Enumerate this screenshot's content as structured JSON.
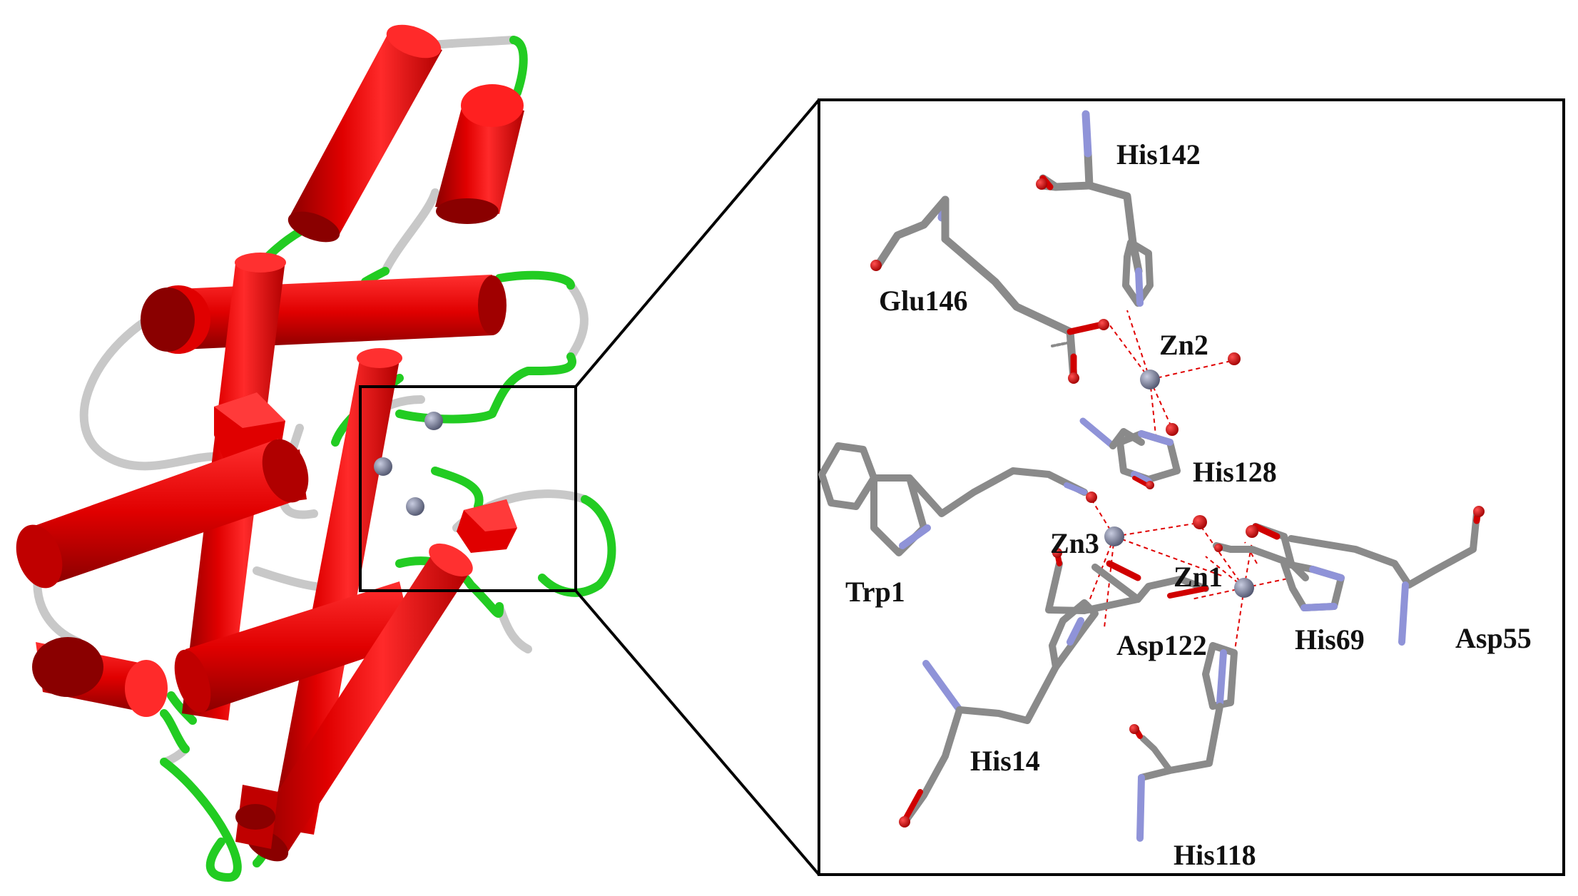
{
  "colors": {
    "helix": "#e00000",
    "helix_dark": "#8a0000",
    "helix_light": "#ff3030",
    "loop_green": "#22cc22",
    "coil_gray": "#c8c8c8",
    "zinc": "#7a809a",
    "carbon": "#8a8a8a",
    "nitrogen": "#8f93d8",
    "oxygen": "#d00000",
    "coordination": "#e00000",
    "frame": "#000000"
  },
  "zinc_ions": [
    {
      "label": "Zn1"
    },
    {
      "label": "Zn2"
    },
    {
      "label": "Zn3"
    }
  ],
  "residues": [
    {
      "label": "His142"
    },
    {
      "label": "Glu146"
    },
    {
      "label": "His128"
    },
    {
      "label": "Trp1"
    },
    {
      "label": "Asp122"
    },
    {
      "label": "His69"
    },
    {
      "label": "Asp55"
    },
    {
      "label": "His14"
    },
    {
      "label": "His118"
    }
  ]
}
